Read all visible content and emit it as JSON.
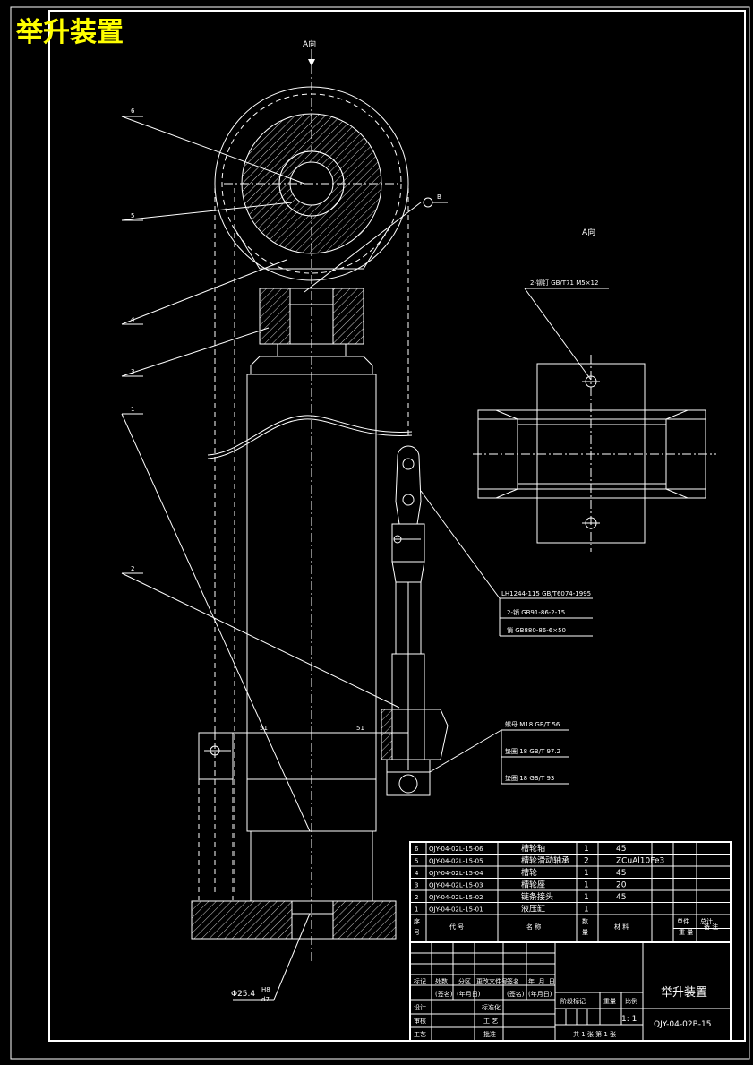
{
  "title": "举升装置",
  "colors": {
    "background": "#000000",
    "lines": "#ffffff",
    "title": "#ffff00"
  },
  "view_labels": {
    "main_view_arrow": "A向",
    "a_view": "A向"
  },
  "callouts": {
    "c1": "1",
    "c2": "2",
    "c3": "3",
    "c4": "4",
    "c5": "5",
    "c6": "6",
    "section": "B",
    "pin_note": "2-铆钉 GB/T71  M5×12",
    "dim_left": "51",
    "dim_right": "51",
    "fit": "Φ25.4",
    "fit_upper": "H8",
    "fit_lower": "d7"
  },
  "chain_notes": [
    "LH1244-115 GB/T6074-1995",
    "2-销 GB91-86-2-15",
    "销 GB880-86-6×50"
  ],
  "nut_notes": [
    "螺母 M18 GB/T 56",
    "垫圈 18 GB/T 97.2",
    "垫圈 18 GB/T 93"
  ],
  "bom": {
    "rows": [
      {
        "no": "6",
        "code": "QJY-04-02L-15-06",
        "name": "槽轮轴",
        "qty": "1",
        "material": "45"
      },
      {
        "no": "5",
        "code": "QJY-04-02L-15-05",
        "name": "槽轮滑动轴承",
        "qty": "2",
        "material": "ZCuAl10Fe3"
      },
      {
        "no": "4",
        "code": "QJY-04-02L-15-04",
        "name": "槽轮",
        "qty": "1",
        "material": "45"
      },
      {
        "no": "3",
        "code": "QJY-04-02L-15-03",
        "name": "槽轮座",
        "qty": "1",
        "material": "20"
      },
      {
        "no": "2",
        "code": "QJY-04-02L-15-02",
        "name": "链条接头",
        "qty": "1",
        "material": "45"
      },
      {
        "no": "1",
        "code": "QJY-04-02L-15-01",
        "name": "液压缸",
        "qty": "1",
        "material": ""
      }
    ],
    "header": {
      "no_top": "序",
      "no_bottom": "号",
      "code": "代   号",
      "name": "名   称",
      "qty_top": "数",
      "qty_bottom": "量",
      "material": "材   料",
      "single_top": "单件",
      "total_top": "总计",
      "weight": "重   量",
      "remark": "备 注"
    }
  },
  "title_block": {
    "name": "举升装置",
    "drawing_no": "QJY-04-02B-15",
    "scale": "1: 1",
    "sheets": "共 1 张  第 1 张",
    "labels": {
      "mark": "标记",
      "count": "处数",
      "zone": "分区",
      "change_doc": "更改文件号",
      "sign": "签名",
      "date": "年. 月. 日",
      "sign2": "(签名)",
      "date2": "(年月日)",
      "sign3": "(签名)",
      "date3": "(年月日)",
      "design": "设计",
      "standard": "标准化",
      "review": "审核",
      "craft": "工艺",
      "approve": "批准",
      "process": "工 艺",
      "stage": "阶段标记",
      "weight": "重量",
      "ratio": "比例"
    }
  }
}
